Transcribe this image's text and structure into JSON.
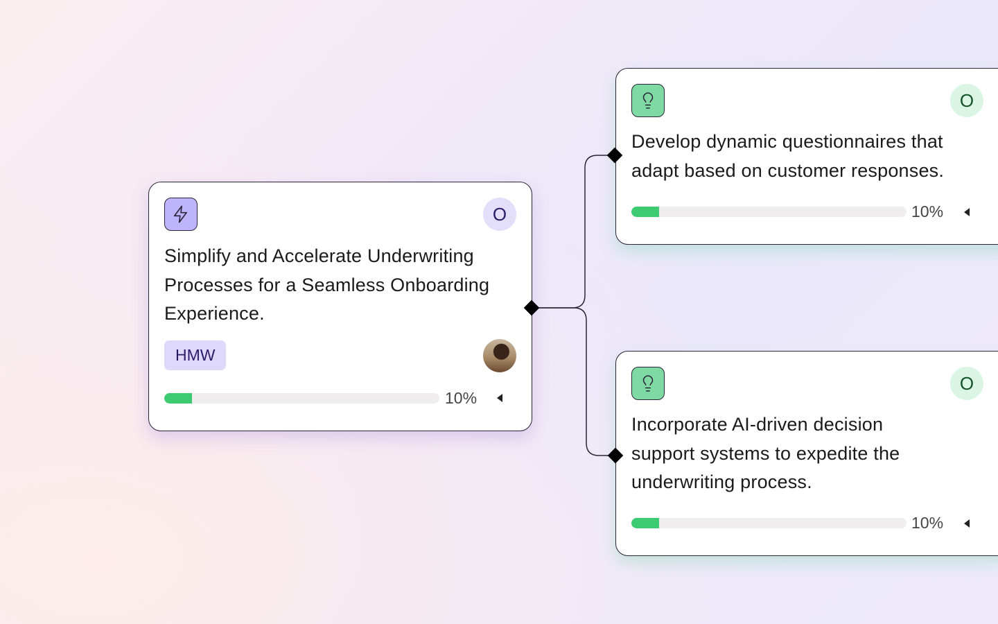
{
  "main_card": {
    "title": "Simplify and Accelerate Underwriting Processes for a Seamless Onboarding Experience.",
    "owner_initial": "O",
    "tag": "HMW",
    "progress_percent": 10,
    "progress_label": "10%",
    "icon": "lightning-icon"
  },
  "child_cards": [
    {
      "title": "Develop dynamic questionnaires that adapt based on customer responses.",
      "owner_initial": "O",
      "progress_percent": 10,
      "progress_label": "10%",
      "icon": "lightbulb-icon"
    },
    {
      "title": "Incorporate AI-driven decision support systems to expedite the underwriting process.",
      "owner_initial": "O",
      "progress_percent": 10,
      "progress_label": "10%",
      "icon": "lightbulb-icon"
    }
  ],
  "colors": {
    "accent_purple": "#bdb4fb",
    "accent_green": "#7fd9a3",
    "progress": "#3ccb71"
  }
}
